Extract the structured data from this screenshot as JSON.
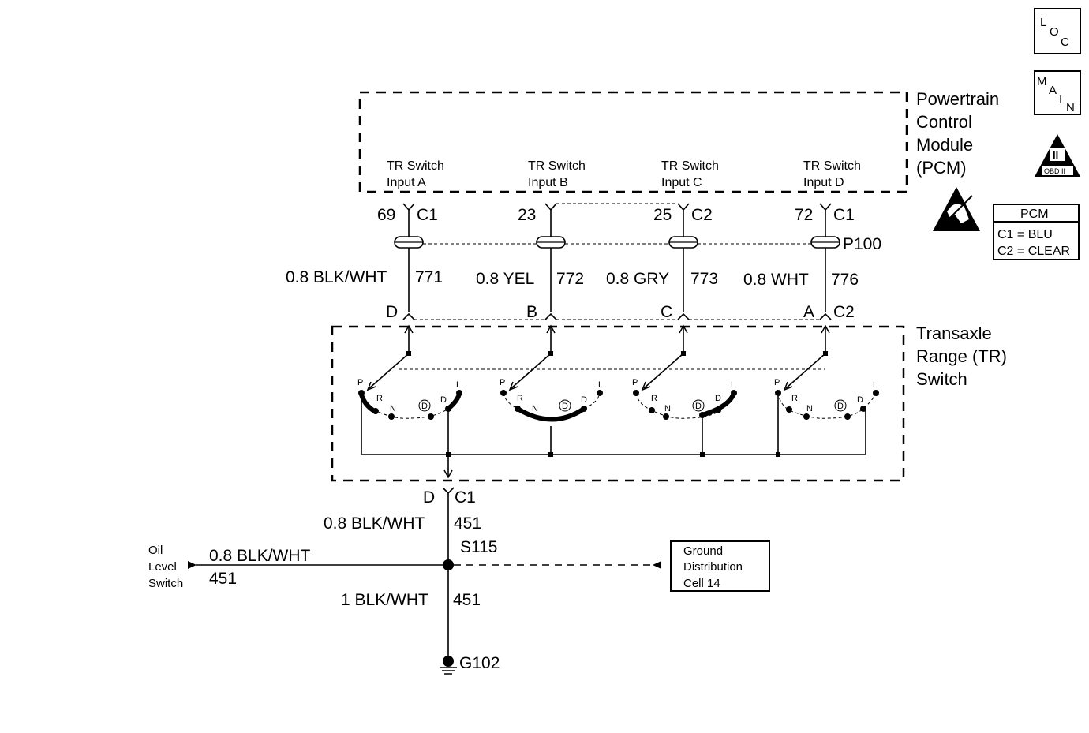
{
  "pcm": {
    "title_lines": [
      "Powertrain",
      "Control",
      "Module",
      "(PCM)"
    ],
    "inputs": [
      {
        "line1": "TR Switch",
        "line2": "Input A",
        "pin": "69",
        "conn": "C1"
      },
      {
        "line1": "TR Switch",
        "line2": "Input B",
        "pin": "23",
        "conn": ""
      },
      {
        "line1": "TR Switch",
        "line2": "Input C",
        "pin": "25",
        "conn": "C2"
      },
      {
        "line1": "TR Switch",
        "line2": "Input D",
        "pin": "72",
        "conn": "C1"
      }
    ]
  },
  "p100_label": "P100",
  "wires": [
    {
      "color": "0.8 BLK/WHT",
      "circuit": "771",
      "tr_pin": "D"
    },
    {
      "color": "0.8 YEL",
      "circuit": "772",
      "tr_pin": "B"
    },
    {
      "color": "0.8 GRY",
      "circuit": "773",
      "tr_pin": "C"
    },
    {
      "color": "0.8 WHT",
      "circuit": "776",
      "tr_pin": "A",
      "tr_conn": "C2"
    }
  ],
  "tr_switch": {
    "title_lines": [
      "Transaxle",
      "Range (TR)",
      "Switch"
    ],
    "positions": [
      "P",
      "R",
      "N",
      "D",
      "D",
      "L"
    ]
  },
  "ground_path": {
    "conn_pin": "D",
    "conn": "C1",
    "wire1_color": "0.8 BLK/WHT",
    "wire1_circuit": "451",
    "splice": "S115",
    "wire2_color": "1 BLK/WHT",
    "wire2_circuit": "451",
    "ground": "G102"
  },
  "oil_level": {
    "label_lines": [
      "Oil",
      "Level",
      "Switch"
    ],
    "wire_color": "0.8 BLK/WHT",
    "wire_circuit": "451"
  },
  "ground_dist": {
    "lines": [
      "Ground",
      "Distribution",
      "Cell 14"
    ]
  },
  "icons": {
    "loc": {
      "l": "L",
      "o": "O",
      "c": "C"
    },
    "main": {
      "m": "M",
      "a": "A",
      "i": "I",
      "n": "N"
    },
    "obd": {
      "numeral": "II",
      "label": "OBD II"
    }
  },
  "pcm_legend": {
    "title": "PCM",
    "rows": [
      "C1 = BLU",
      "C2 = CLEAR"
    ]
  }
}
